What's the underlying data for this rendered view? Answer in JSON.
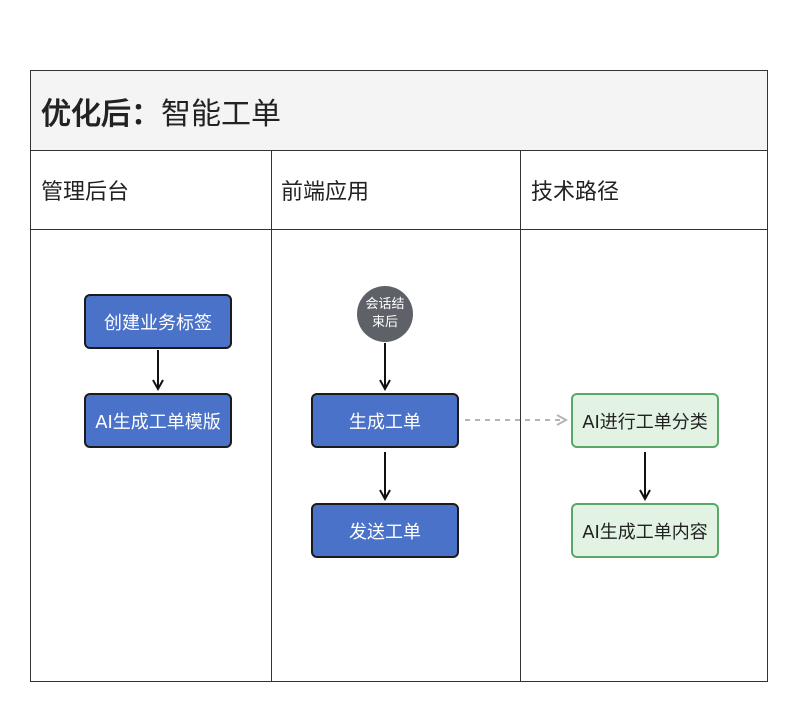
{
  "title": {
    "bold": "优化后：",
    "normal": "智能工单"
  },
  "lanes": [
    {
      "name": "管理后台"
    },
    {
      "name": "前端应用"
    },
    {
      "name": "技术路径"
    }
  ],
  "nodes": {
    "create_tag": "创建业务标签",
    "ai_template": "AI生成工单模版",
    "session_end_line1": "会话结",
    "session_end_line2": "束后",
    "generate_ticket": "生成工单",
    "send_ticket": "发送工单",
    "ai_classify": "AI进行工单分类",
    "ai_content": "AI生成工单内容"
  },
  "colors": {
    "blue_node": "#4a72c9",
    "green_node_fill": "#e3f3e3",
    "green_node_border": "#5aa866",
    "start_circle": "#5e6268",
    "dashed_edge": "#b5b5b5"
  }
}
